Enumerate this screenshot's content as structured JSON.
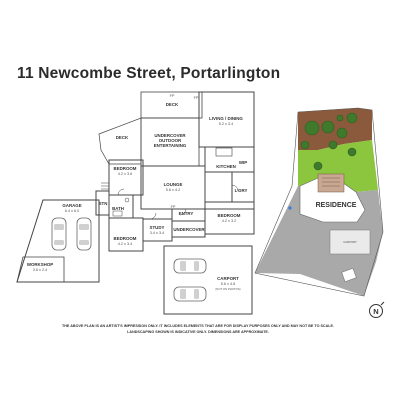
{
  "title": "11 Newcombe Street, Portarlington",
  "rooms": {
    "fp_top": "FP",
    "deck_top": "DECK",
    "living": "LIVING / DINING",
    "living_dim": "5.2 x 3.4",
    "fp_living": "FP",
    "deck_left": "DECK",
    "undercover_outdoor": [
      "UNDERCOVER",
      "OUTDOOR",
      "ENTERTAINING"
    ],
    "kitchen": "KITCHEN",
    "wip": "WIP",
    "bedroom1": "BEDROOM",
    "bedroom1_dim": "4.2 x 3.6",
    "lounge": "LOUNGE",
    "lounge_dim": "5.6 x 4.2",
    "fp_lounge": "FP",
    "ldry": "L'DRY",
    "garage": "GARAGE",
    "garage_dim": "6.4 x 6.0",
    "stn": "STN",
    "bath": "BATH",
    "entry": "ENTRY",
    "bedroom2": "BEDROOM",
    "bedroom2_dim": "4.2 x 3.4",
    "bedroom3": "BEDROOM",
    "bedroom3_dim": "4.2 x 3.2",
    "study": "STUDY",
    "study_dim": "3.4 x 3.4",
    "undercover": "UNDERCOVER",
    "workshop": "WORKSHOP",
    "workshop_dim": "3.6 x 2.4",
    "carport": "CARPORT",
    "carport_dim": "5.6 x 4.8",
    "carport_note": "(NOT ON PHOTOS)"
  },
  "site": {
    "residence": "RESIDENCE",
    "carport": "CARPORT"
  },
  "north": "N",
  "disclaimer": [
    "THE ABOVE PLAN IS AN ARTIST'S IMPRESSION ONLY. IT INCLUDES ELEMENTS THAT ARE FOR DISPLAY PURPOSES ONLY AND MAY NOT BE TO SCALE.",
    "LANDSCAPING SHOWN IS INDICATIVE ONLY. DIMENSIONS ARE APPROXIMATE."
  ],
  "colors": {
    "wall": "#444444",
    "garden_brown": "#8b5a3c",
    "lawn": "#8cc63f",
    "tree": "#3f7a2c",
    "driveway": "#a9a9a9",
    "site_path": "#9a9a9a"
  }
}
